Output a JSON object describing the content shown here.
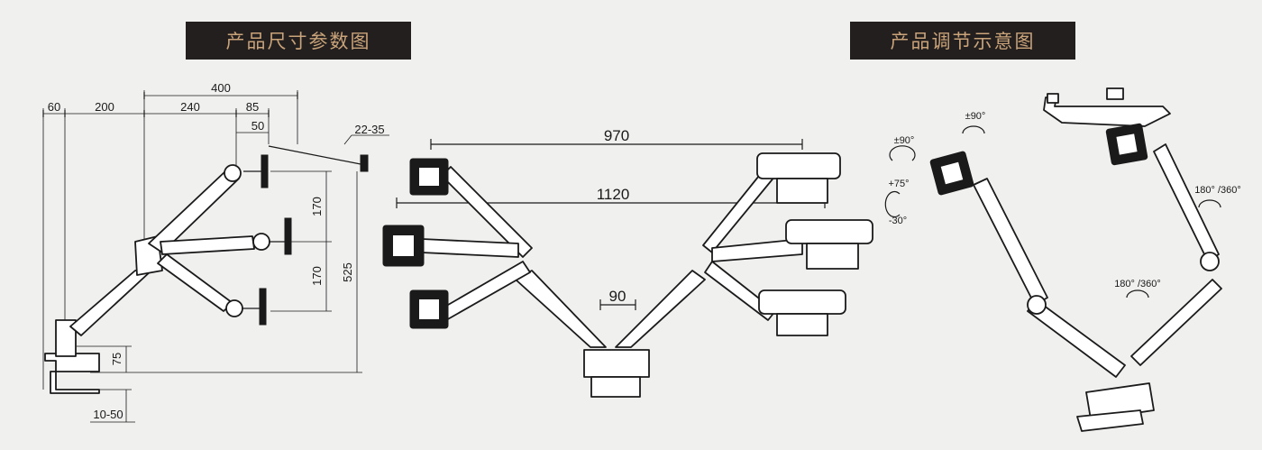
{
  "titles": {
    "dimensions": "产品尺寸参数图",
    "adjustment": "产品调节示意图"
  },
  "dimensions_panel": {
    "labels": {
      "d400": "400",
      "d60": "60",
      "d200": "200",
      "d240": "240",
      "d85": "85",
      "d50": "50",
      "d22_35": "22-35",
      "d170a": "170",
      "d170b": "170",
      "d525": "525",
      "d75": "75",
      "d10_50": "10-50"
    }
  },
  "front_panel": {
    "labels": {
      "d970": "970",
      "d1120": "1120",
      "d90": "90"
    }
  },
  "adjustment_panel": {
    "labels": {
      "tilt_pm90": "±90°",
      "swivel_pm90": "±90°",
      "tilt_range_up": "+75°",
      "tilt_range_down": "-30°",
      "rot_180_360_upper": "180° /360°",
      "rot_180_360_lower": "180° /360°"
    }
  },
  "colors": {
    "title_bg": "#231f1e",
    "title_text": "#c9a37a",
    "background": "#f0f0ef",
    "line": "#1a1a1a"
  }
}
